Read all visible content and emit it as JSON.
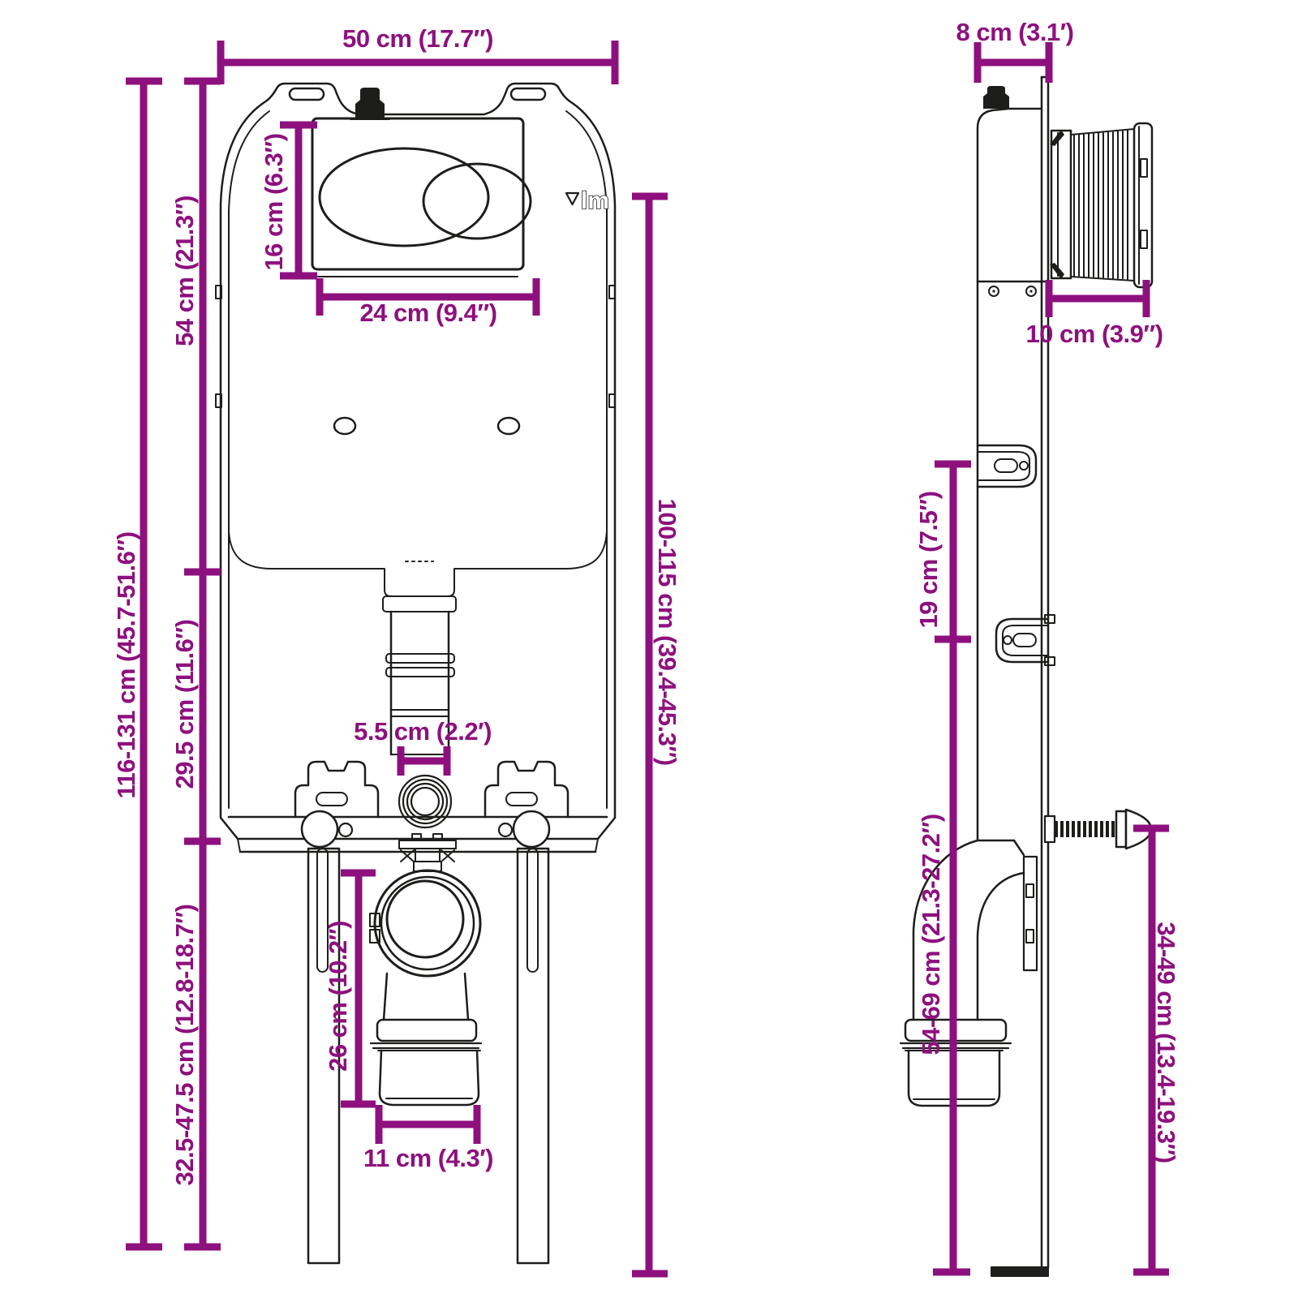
{
  "diagram": {
    "colors": {
      "dimension_accent": "#8E107E",
      "line_art": "#1d1d1b"
    },
    "front_view": {
      "water_level_mark": "lm",
      "dims": {
        "width_top": "50 cm (17.7″)",
        "plate_height": "16 cm (6.3″)",
        "plate_width": "24 cm (9.4″)",
        "upper_height": "54 cm (21.3″)",
        "total_height": "116-131 cm (45.7-51.6″)",
        "mid_height": "29.5 cm (11.6″)",
        "lower_height": "32.5-47.5 cm (12.8-18.7″)",
        "install_height": "100-115 cm (39.4-45.3″)",
        "flush_pipe_width": "5.5 cm (2.2′)",
        "elbow_height": "26 cm (10.2″)",
        "outlet_width": "11 cm (4.3′)"
      }
    },
    "side_view": {
      "dims": {
        "depth_top": "8 cm (3.1′)",
        "plate_depth": "10 cm (3.9″)",
        "bracket_gap": "19 cm (7.5″)",
        "outlet_height": "54-69 cm (21.3-27.2″)",
        "bolt_height": "34-49 cm (13.4-19.3″)"
      }
    }
  }
}
